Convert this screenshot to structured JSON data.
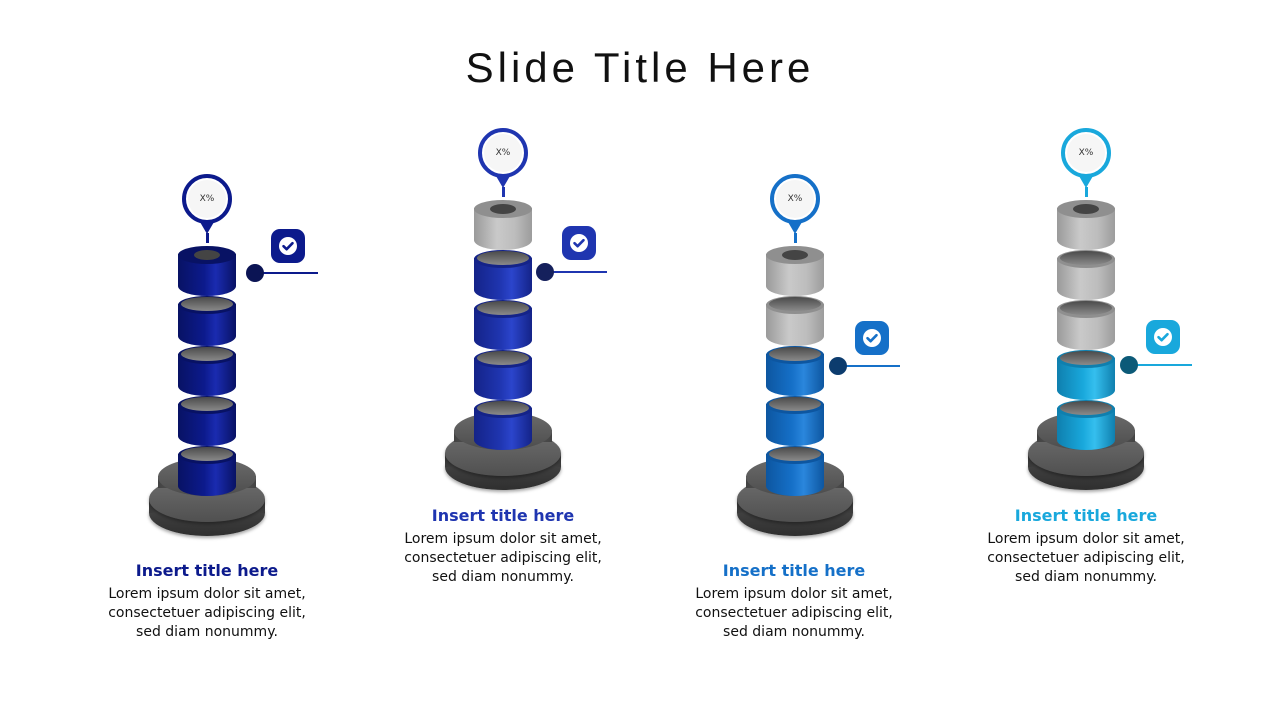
{
  "slide": {
    "title": "Slide Title Here"
  },
  "colors": {
    "gray_segment": "#b3b3b3",
    "gray_segment_top": "#8f8f8f",
    "base": "#4a4a4a"
  },
  "towers": [
    {
      "pin_label": "X%",
      "color": "#0c1a8c",
      "color_dark": "#081264",
      "color_light": "#1a2bb0",
      "connector_color": "#0b1454",
      "filled_segments": 5,
      "gray_segments": 0,
      "checkbox_icon": "check-icon",
      "title": "Insert title here",
      "body_lines": [
        "Lorem ipsum dolor sit amet,",
        "consectetuer adipiscing elit,",
        "sed diam nonummy."
      ]
    },
    {
      "pin_label": "X%",
      "color": "#1f35b0",
      "color_dark": "#142388",
      "color_light": "#2b45cc",
      "connector_color": "#15205c",
      "filled_segments": 4,
      "gray_segments": 1,
      "checkbox_icon": "check-icon",
      "title": "Insert title here",
      "body_lines": [
        "Lorem ipsum dolor sit amet,",
        "consectetuer adipiscing elit,",
        "sed diam nonummy."
      ]
    },
    {
      "pin_label": "X%",
      "color": "#1570c8",
      "color_dark": "#0d56a0",
      "color_light": "#2a86dc",
      "connector_color": "#0c3c6e",
      "filled_segments": 3,
      "gray_segments": 2,
      "checkbox_icon": "check-icon",
      "title": "Insert title here",
      "body_lines": [
        "Lorem ipsum dolor sit amet,",
        "consectetuer adipiscing elit,",
        "sed diam nonummy."
      ]
    },
    {
      "pin_label": "X%",
      "color": "#19a8dc",
      "color_dark": "#0f7fae",
      "color_light": "#35bfee",
      "connector_color": "#0c5a78",
      "filled_segments": 2,
      "gray_segments": 3,
      "checkbox_icon": "check-icon",
      "title": "Insert title here",
      "body_lines": [
        "Lorem ipsum dolor sit amet,",
        "consectetuer adipiscing elit,",
        "sed diam nonummy."
      ]
    }
  ]
}
